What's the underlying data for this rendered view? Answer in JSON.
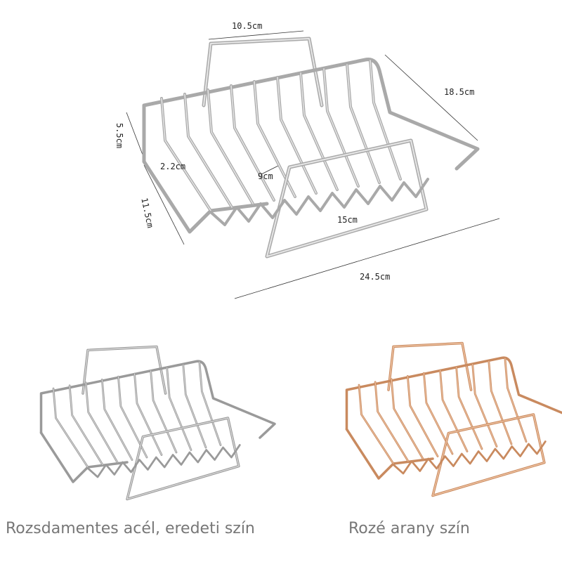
{
  "dimensions": {
    "top_width": "10.5cm",
    "side_length": "18.5cm",
    "height": "5.5cm",
    "inner_gap": "2.2cm",
    "inner_height": "9cm",
    "front_depth": "11.5cm",
    "base_width": "15cm",
    "total_length": "24.5cm"
  },
  "variants": [
    {
      "caption": "Rozsdamentes acél, eredeti szín",
      "color": "#9a9a9a",
      "highlight": "#d8d8d8"
    },
    {
      "caption": "Rozé arany szín",
      "color": "#c98a5f",
      "highlight": "#efc4a4"
    }
  ]
}
